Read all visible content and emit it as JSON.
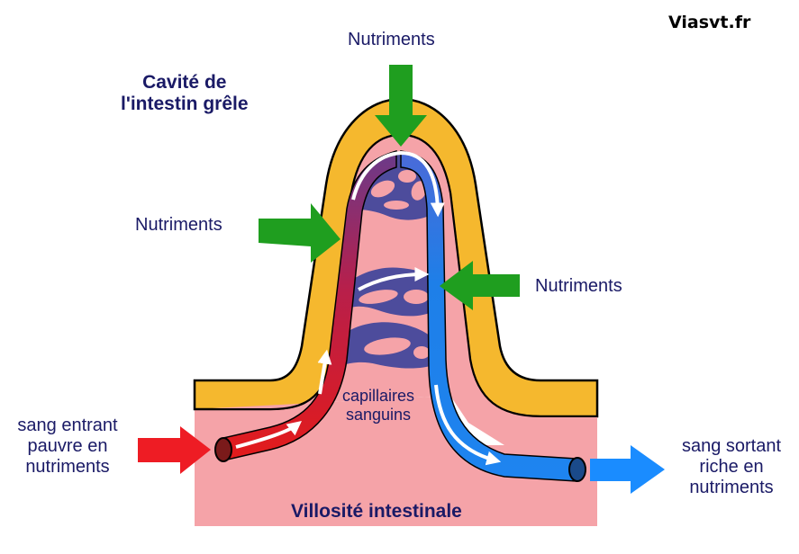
{
  "brand": "Viasvt.fr",
  "labels": {
    "cavity_line1": "Cavité de",
    "cavity_line2": "l'intestin grêle",
    "nutrients_top": "Nutriments",
    "nutrients_left": "Nutriments",
    "nutrients_right": "Nutriments",
    "blood_in_line1": "sang entrant",
    "blood_in_line2": "pauvre en",
    "blood_in_line3": "nutriments",
    "blood_out_line1": "sang sortant",
    "blood_out_line2": "riche en",
    "blood_out_line3": "nutriments",
    "capillaries_line1": "capillaires",
    "capillaries_line2": "sanguins",
    "villus": "Villosité intestinale"
  },
  "colors": {
    "label_text": "#1a1a66",
    "epithelium": "#f5b82e",
    "tissue": "#f5a3a8",
    "artery": "#e31b1b",
    "vein": "#1e7fe8",
    "capillary_mesh": "#4d4c9c",
    "nutrient_arrow": "#1f9e1f",
    "blood_in_arrow": "#ee1c24",
    "blood_out_arrow": "#1a8cff"
  }
}
